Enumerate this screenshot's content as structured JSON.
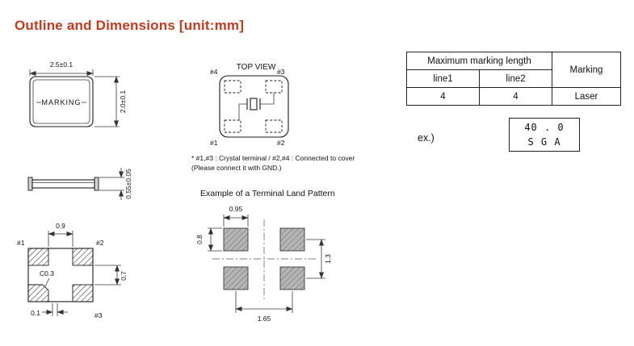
{
  "title": "Outline and Dimensions [unit:mm]",
  "package_front": {
    "width_dim": "2.5±0.1",
    "height_dim": "2.0±0.1",
    "marking": "MARKING"
  },
  "package_side": {
    "height_dim": "0.55±0.05"
  },
  "package_bottom": {
    "gap_dim": "0.9",
    "pad_height_dim": "0.7",
    "chamfer_dim": "C0.3",
    "edge_dim": "0.1",
    "pin1": "#1",
    "pin2": "#2",
    "pin3": "#3"
  },
  "top_view": {
    "label": "TOP VIEW",
    "pin1": "#1",
    "pin2": "#2",
    "pin3": "#3",
    "pin4": "#4",
    "note1": "* #1,#3 : Crystal terminal / #2,#4 : Connected to cover",
    "note2": "(Please connect it with GND.)"
  },
  "land_pattern": {
    "title": "Example of a Terminal Land Pattern",
    "pad_width_dim": "0.95",
    "pad_height_dim": "0.8",
    "pitch_y_dim": "1.3",
    "pitch_x_dim": "1.65"
  },
  "marking_table": {
    "max_len_header": "Maximum marking length",
    "marking_header": "Marking",
    "line1_header": "line1",
    "line2_header": "line2",
    "line1_value": "4",
    "line2_value": "4",
    "marking_value": "Laser",
    "example_label": "ex.)",
    "example_row1": "40 . 0",
    "example_row2": "S G A"
  },
  "colors": {
    "accent": "#c8391c",
    "line": "#1a1a1a"
  }
}
